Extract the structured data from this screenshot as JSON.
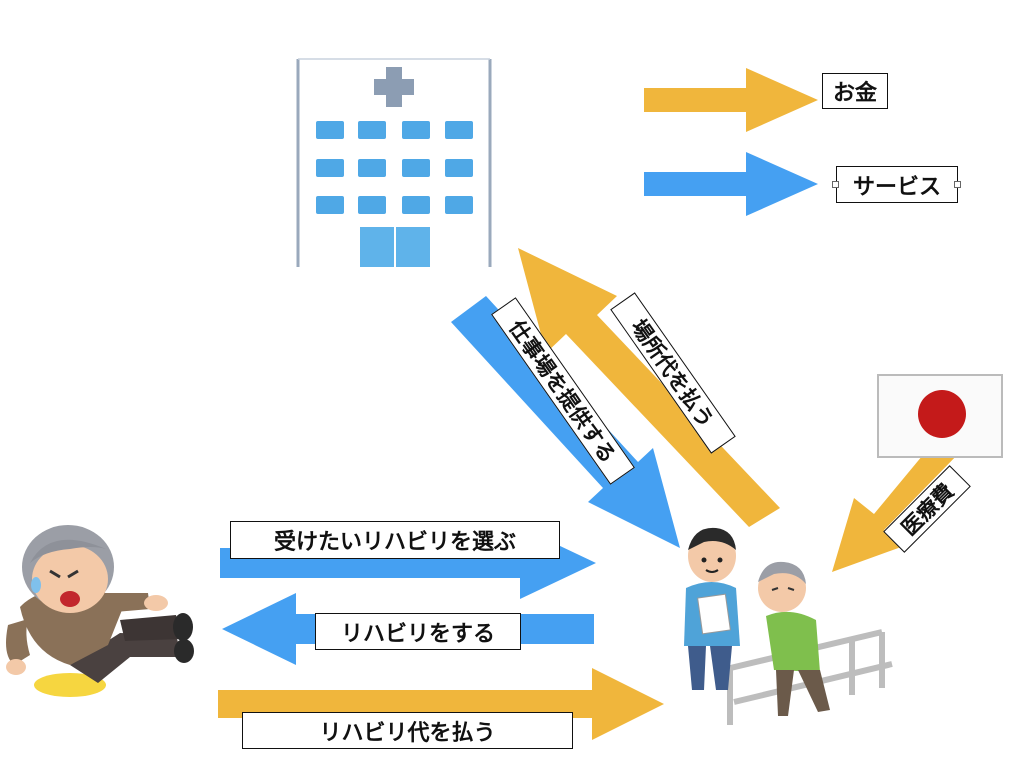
{
  "legend": {
    "money_label": "お金",
    "service_label": "サービス"
  },
  "flows": {
    "provide_workplace": "仕事場を提供する",
    "pay_location_fee": "場所代を払う",
    "medical_fee": "医療費",
    "choose_rehab": "受けたいリハビリを選ぶ",
    "do_rehab": "リハビリをする",
    "pay_rehab_fee": "リハビリ代を払う"
  },
  "colors": {
    "money": "#F0B63C",
    "service": "#45A0F2",
    "building_frame": "#9AA9BC",
    "window": "#4FA8E6",
    "flag_red": "#C41A1A"
  },
  "icons": {
    "hospital": "hospital-building-icon",
    "flag": "japan-flag-icon",
    "patient": "falling-elderly-man-icon",
    "therapist": "therapist-with-patient-icon"
  }
}
